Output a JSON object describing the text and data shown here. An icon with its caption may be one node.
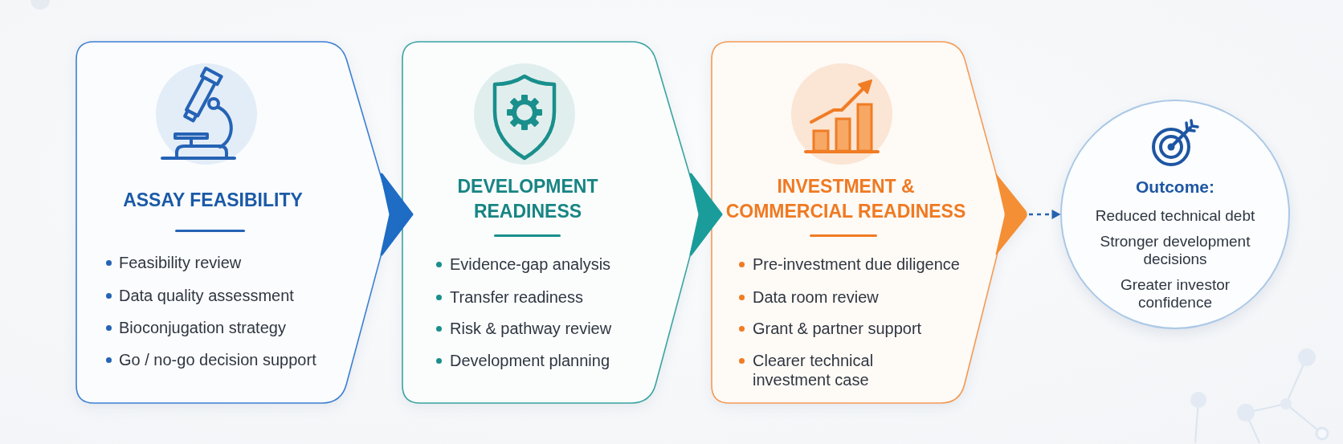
{
  "diagram": {
    "nodes": [
      {
        "text": [
          "ASSAY FEASIBILITY",
          "Feasibility review",
          "Data quality assessment",
          "Bioconjugation strategy",
          "Go / no-go decision support"
        ]
      },
      {
        "text": [
          "DEVELOPMENT READINESS",
          "Evidence-gap analysis",
          "Transfer readiness",
          "Risk & pathway review",
          "Development planning"
        ]
      },
      {
        "text": [
          "INVESTMENT & COMMERCIAL READINESS",
          "Pre-investment due diligence",
          "Data room review",
          "Grant & partner support",
          "Clearer technical investment case"
        ]
      },
      {
        "text": [
          "Outcome:",
          "Reduced technical debt",
          "Stronger development decisions",
          "Greater investor confidence"
        ]
      }
    ],
    "edges": [
      {
        "from": 0,
        "to": 1,
        "arrow": "to",
        "color": "#1e6cc4"
      },
      {
        "from": 1,
        "to": 2,
        "arrow": "to",
        "color": "#1a9c9a"
      },
      {
        "from": 2,
        "to": 3,
        "arrow": "to",
        "style": "dashed",
        "color": "#2563b0"
      }
    ]
  }
}
